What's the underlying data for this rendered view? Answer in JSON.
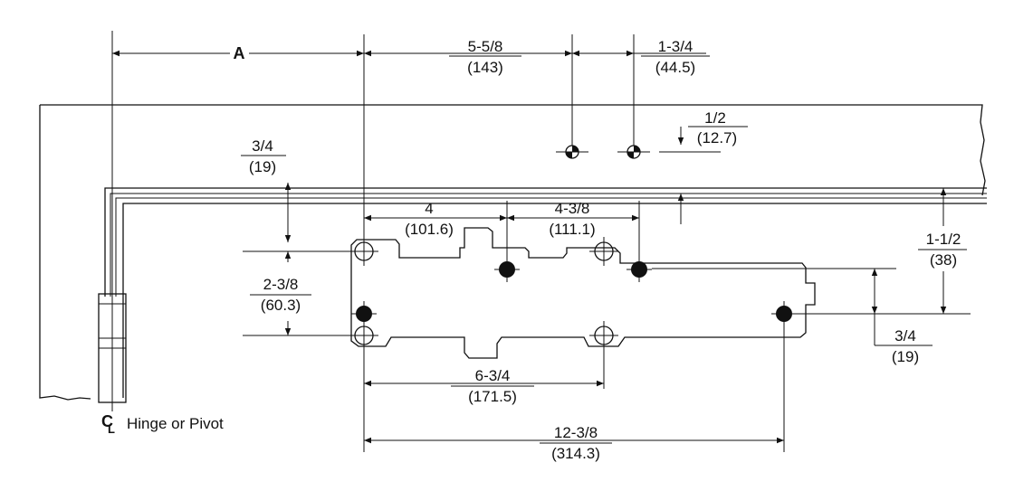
{
  "dimensions": {
    "a": "A",
    "d_5_5_8": "5-5/8",
    "d_143": "(143)",
    "d_1_3_4": "1-3/4",
    "d_44_5": "(44.5)",
    "d_1_2": "1/2",
    "d_12_7": "(12.7)",
    "d_3_4_top": "3/4",
    "d_19_top": "(19)",
    "d_4": "4",
    "d_101_6": "(101.6)",
    "d_4_3_8": "4-3/8",
    "d_111_1": "(111.1)",
    "d_1_1_2": "1-1/2",
    "d_38": "(38)",
    "d_2_3_8": "2-3/8",
    "d_60_3": "(60.3)",
    "d_3_4_right": "3/4",
    "d_19_right": "(19)",
    "d_6_3_4": "6-3/4",
    "d_171_5": "(171.5)",
    "d_12_3_8": "12-3/8",
    "d_314_3": "(314.3)"
  },
  "centerline": {
    "symbol_c": "C",
    "symbol_l": "L",
    "label": "Hinge or Pivot"
  }
}
